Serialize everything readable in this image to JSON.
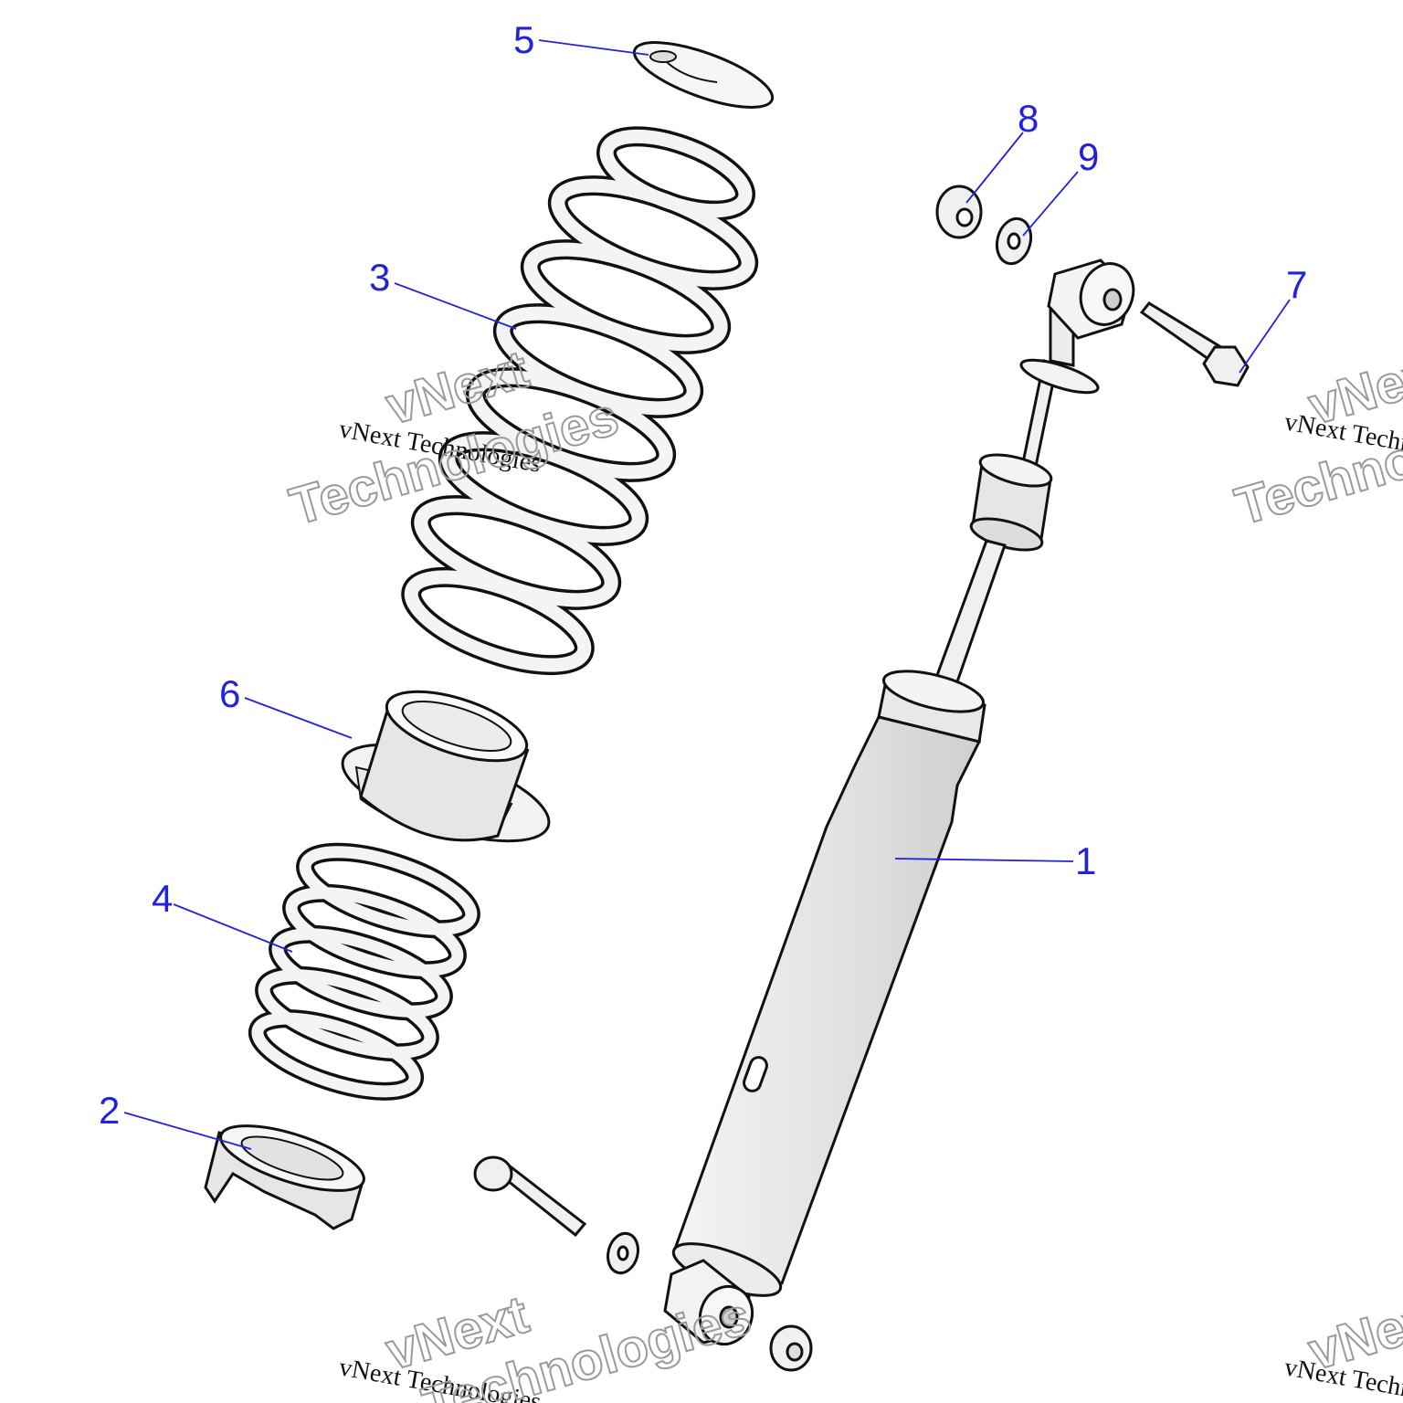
{
  "diagram": {
    "callouts": [
      {
        "id": "1",
        "label": "1"
      },
      {
        "id": "2",
        "label": "2"
      },
      {
        "id": "3",
        "label": "3"
      },
      {
        "id": "4",
        "label": "4"
      },
      {
        "id": "5",
        "label": "5"
      },
      {
        "id": "6",
        "label": "6"
      },
      {
        "id": "7",
        "label": "7"
      },
      {
        "id": "8",
        "label": "8"
      },
      {
        "id": "9",
        "label": "9"
      }
    ],
    "watermark": {
      "line": "vNext Technologies",
      "word1": "vNext",
      "word2": "Technologies"
    },
    "colors": {
      "callout": "#2222dd",
      "stroke": "#111111",
      "part_fill": "#f2f2f2",
      "shade": "#d6d6d6"
    }
  }
}
